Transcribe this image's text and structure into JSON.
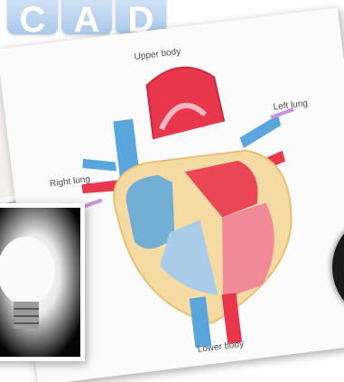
{
  "logo": {
    "letters": [
      "C",
      "A",
      "D"
    ]
  },
  "heart_diagram": {
    "labels": {
      "upper_body": "Upper body",
      "left_lung": "Left lung",
      "right_lung": "Right lung",
      "lower_body": "Lower body"
    }
  },
  "colors": {
    "oxygenated": "#e8364d",
    "deoxygenated": "#5aa6dc",
    "muscle": "#f5dba3",
    "arrow": "#c98fe0"
  }
}
